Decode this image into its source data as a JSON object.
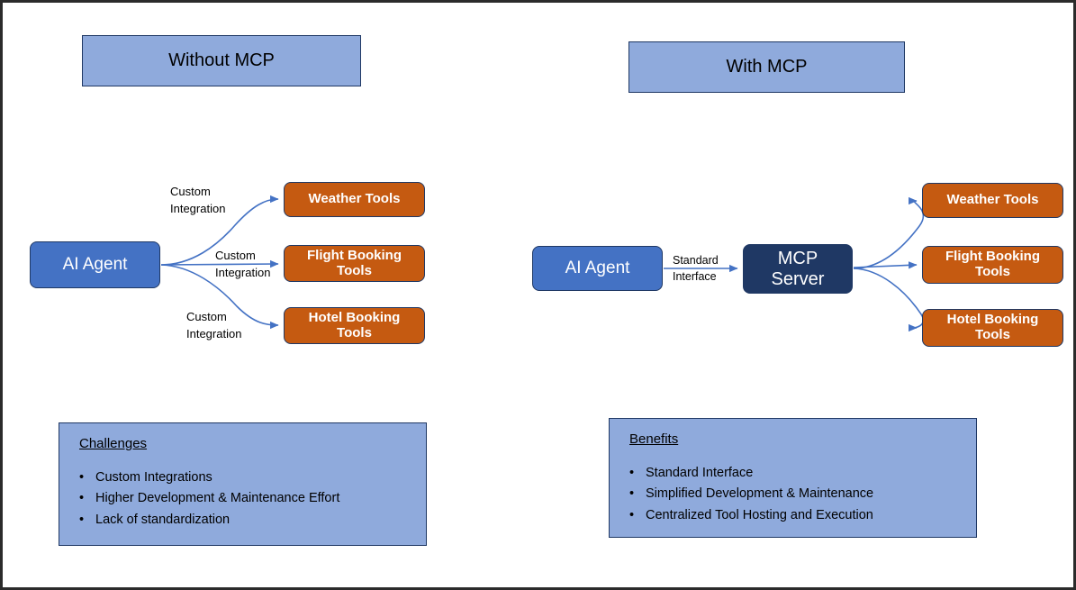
{
  "colors": {
    "banner_fill": "#8FAADC",
    "agent_fill": "#4472C4",
    "server_fill": "#1F3864",
    "tool_fill": "#C55A11",
    "edge_stroke": "#4472C4",
    "border": "#1F3864",
    "outer_frame": "#2B2B2B"
  },
  "left": {
    "banner": "Without MCP",
    "agent": "AI Agent",
    "tools": [
      {
        "label": "Weather Tools"
      },
      {
        "label": "Flight Booking\nTools"
      },
      {
        "label": "Hotel Booking\nTools"
      }
    ],
    "edge_labels": [
      "Custom\nIntegration",
      "Custom\nIntegration",
      "Custom\nIntegration"
    ],
    "panel": {
      "title": "Challenges",
      "bullet": "•",
      "items": [
        "Custom Integrations",
        "Higher Development & Maintenance Effort",
        "Lack of standardization"
      ]
    }
  },
  "right": {
    "banner": "With MCP",
    "agent": "AI Agent",
    "server": "MCP\nServer",
    "edge_label": "Standard\nInterface",
    "tools": [
      {
        "label": "Weather Tools"
      },
      {
        "label": "Flight Booking\nTools"
      },
      {
        "label": "Hotel Booking\nTools"
      }
    ],
    "panel": {
      "title": "Benefits",
      "bullet": "•",
      "items": [
        "Standard Interface",
        "Simplified Development & Maintenance",
        "Centralized Tool Hosting and Execution"
      ]
    }
  }
}
